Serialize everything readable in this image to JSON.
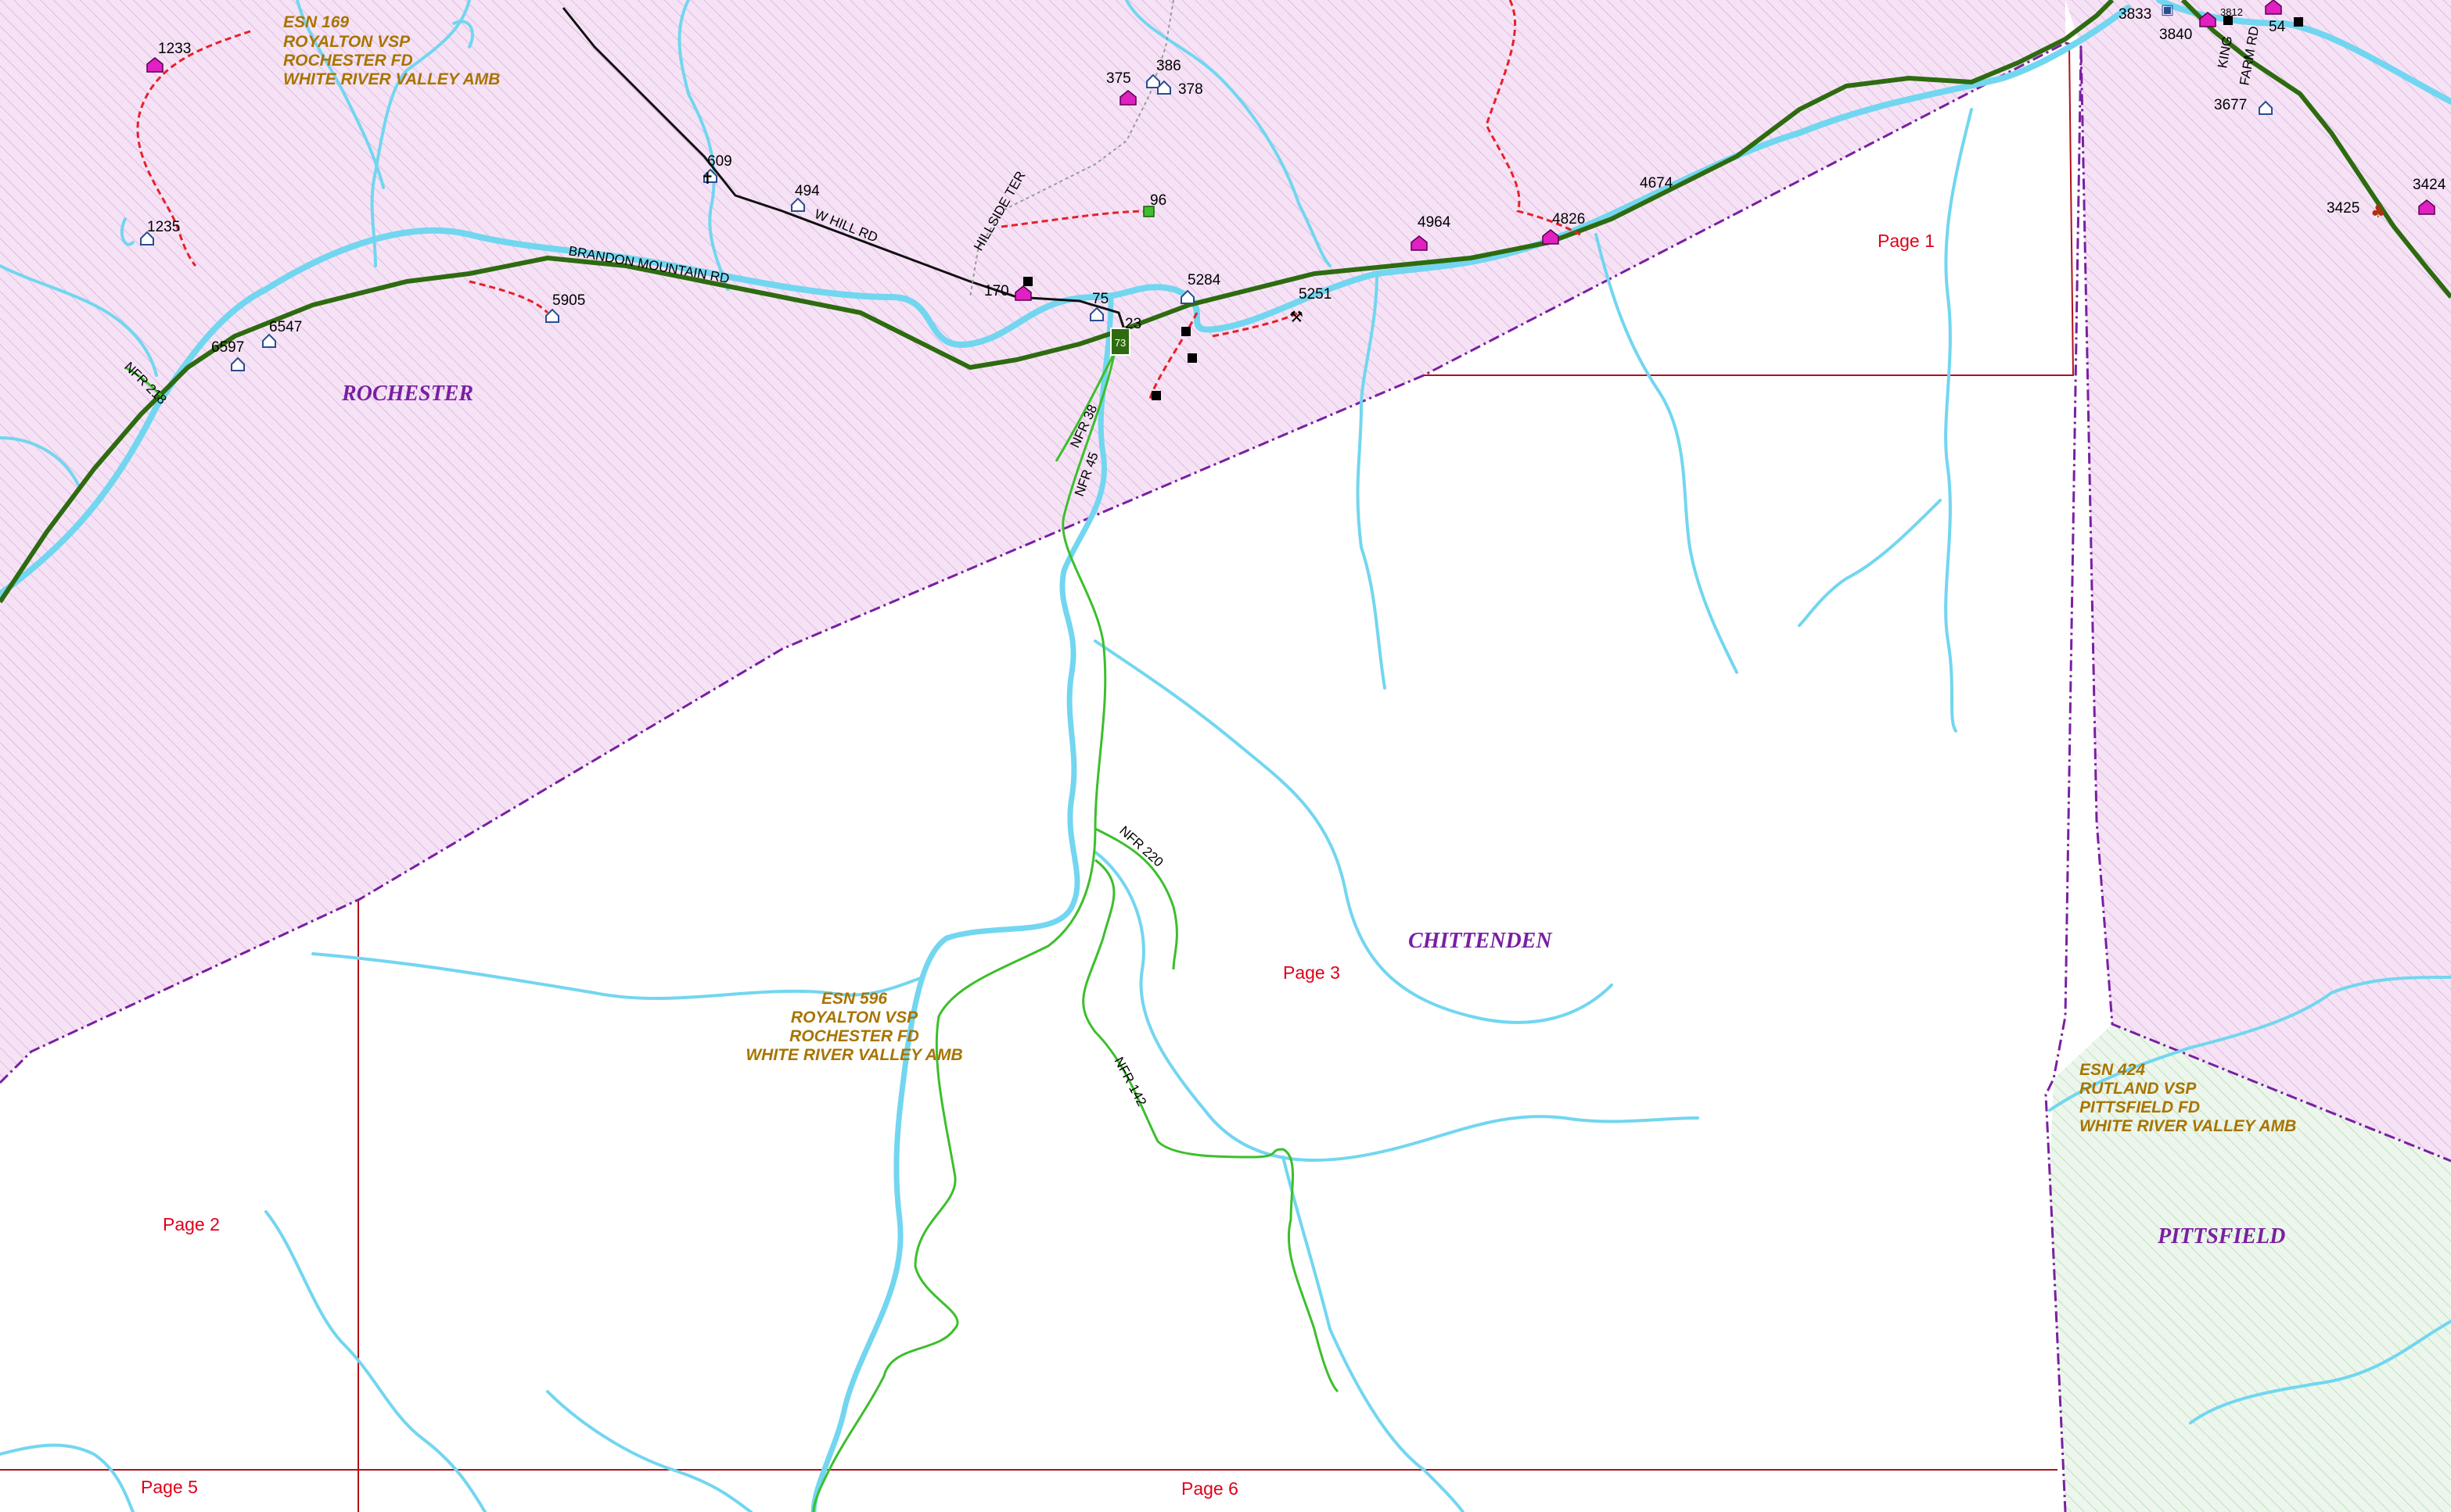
{
  "towns": {
    "rochester": "ROCHESTER",
    "chittenden": "CHITTENDEN",
    "pittsfield": "PITTSFIELD"
  },
  "esn_zones": {
    "esn169": [
      "ESN 169",
      "ROYALTON VSP",
      "ROCHESTER FD",
      "WHITE RIVER VALLEY AMB"
    ],
    "esn596": [
      "ESN 596",
      "ROYALTON VSP",
      "ROCHESTER FD",
      "WHITE RIVER VALLEY AMB"
    ],
    "esn424": [
      "ESN 424",
      "RUTLAND VSP",
      "PITTSFIELD FD",
      "WHITE RIVER VALLEY AMB"
    ]
  },
  "pages": {
    "p1": "Page 1",
    "p2": "Page 2",
    "p3": "Page 3",
    "p5": "Page 5",
    "p6": "Page 6"
  },
  "roads": {
    "brandon": "BRANDON MOUNTAIN RD",
    "whill": "W HILL RD",
    "hillside": "HILLSIDE TER",
    "king": "KING",
    "farm": "FARM RD",
    "nfr218": "NFR 218",
    "nfr38": "NFR 38",
    "nfr45": "NFR 45",
    "nfr220": "NFR 220",
    "nfr142": "NFR 142",
    "route_shield": "73"
  },
  "addresses": {
    "a1233": "1233",
    "a1235": "1235",
    "a609": "609",
    "a494": "494",
    "a386": "386",
    "a375": "375",
    "a378": "378",
    "a96": "96",
    "a170": "170",
    "a75": "75",
    "a23": "23",
    "a5284": "5284",
    "a5251": "5251",
    "a5905": "5905",
    "a6597": "6597",
    "a6547": "6547",
    "a4964": "4964",
    "a4826": "4826",
    "a4674": "4674",
    "a3833": "3833",
    "a3840": "3840",
    "a3812": "3812",
    "a54": "54",
    "a3677": "3677",
    "a3425": "3425",
    "a3424": "3424"
  },
  "colors": {
    "rochester_zone": "#f4e2f4",
    "pittsfield_zone": "#e6f3e6",
    "boundary": "#7a1fa2",
    "river": "#72d6f0",
    "highway": "#2e6b10",
    "forest_road": "#3cbf2c",
    "private_road": "#e8202a",
    "page_grid": "#b0101a"
  }
}
